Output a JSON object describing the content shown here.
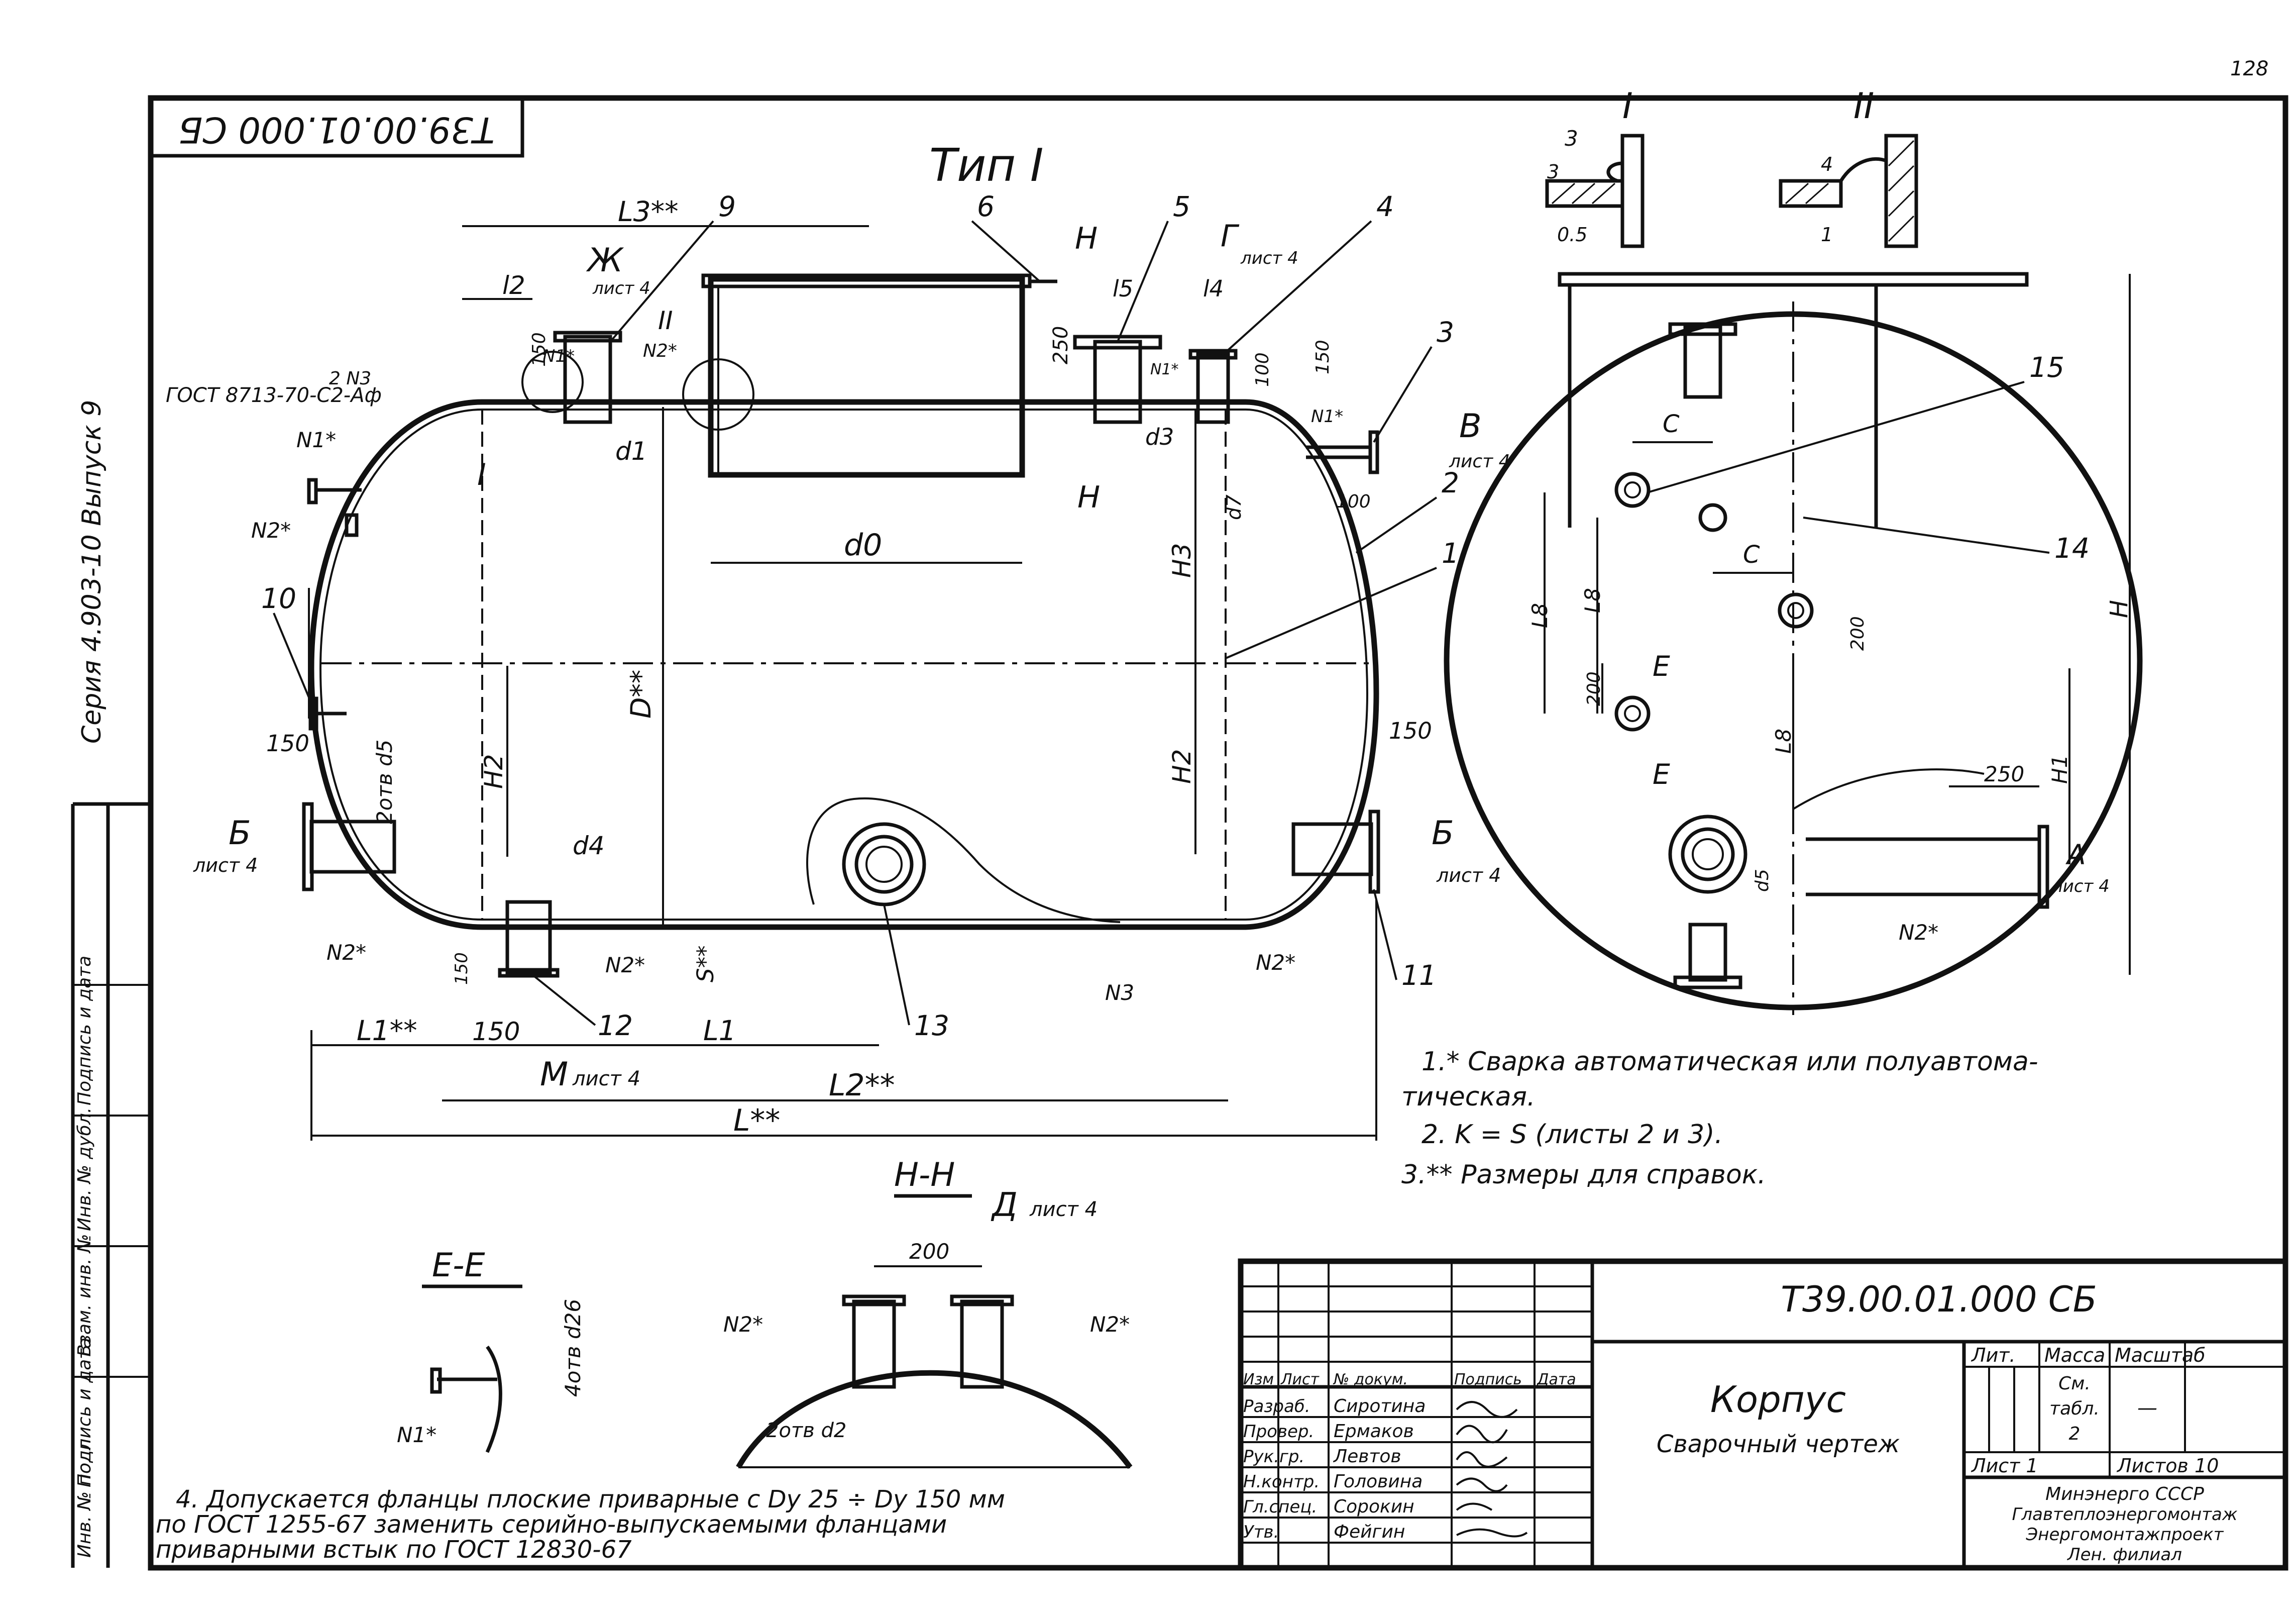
{
  "page_number": "128",
  "series_vertical": "Серия 4.903-10 Выпуск 9",
  "code_inverted": "Т39.00.01.000 СБ",
  "view_title": "Тип I",
  "gost_label": "ГОСТ 8713-70-С2-Аф",
  "weld_marks": {
    "n1": "N1*",
    "n2": "N2*",
    "n3": "N3",
    "n1_alt": "N1*",
    "n2_alt": "N2*",
    "n3_top": "2 N3"
  },
  "views": {
    "B": "Б",
    "V": "В",
    "G": "Г",
    "Zh": "Ж",
    "N": "Н",
    "M": "М",
    "A": "А",
    "E": "Е",
    "sheet4": "лист 4",
    "section_ee": "Е-Е",
    "section_nn": "Н-Н",
    "detail_1": "I",
    "detail_2": "II",
    "d_label": "Д"
  },
  "dims": {
    "L": "L**",
    "L1": "L1**",
    "L1b": "L1",
    "L2": "L2**",
    "L3": "L3**",
    "l2": "l2",
    "l4": "l4",
    "l5": "l5",
    "D": "D**",
    "H": "H",
    "H1": "H1",
    "H2": "H2",
    "H3": "H3",
    "d0": "d0",
    "d1": "d1",
    "d3": "d3",
    "d4": "d4",
    "d5": "d5",
    "d7": "d7",
    "S": "S**",
    "C": "C",
    "L8": "L8",
    "v150": "150",
    "v250": "250",
    "v200": "200",
    "v100": "100",
    "v3": "3",
    "v4": "4",
    "v05": "0.5",
    "v1": "1",
    "holes_d5": "2отв d5",
    "holes_d2": "2отв d2",
    "holes_d6": "4отв d26"
  },
  "callouts": [
    "1",
    "2",
    "3",
    "4",
    "5",
    "6",
    "9",
    "10",
    "11",
    "12",
    "13",
    "14",
    "15"
  ],
  "notes": [
    "1.* Сварка автоматическая или полуавтома-",
    "тическая.",
    "2.  K = S (листы 2 и 3).",
    "3.** Размеры для справок."
  ],
  "note4": [
    "4.  Допускается фланцы плоские приварные с Dy 25 ÷ Dy 150 мм",
    "по ГОСТ 1255-67 заменить серийно-выпускаемыми фланцами",
    "приварными  встык по ГОСТ 12830-67"
  ],
  "title_block": {
    "doc_code": "Т39.00.01.000 СБ",
    "name": "Корпус",
    "subtitle": "Сварочный чертеж",
    "lit_header": "Лит.",
    "mass_header": "Масса",
    "scale_header": "Масштаб",
    "mass_value_1": "См.",
    "mass_value_2": "табл.",
    "mass_value_3": "2",
    "scale_value": "—",
    "sheet": "Лист 1",
    "sheets": "Листов 10",
    "org": [
      "Минэнерго СССР",
      "Главтеплоэнергомонтаж",
      "Энергомонтажпроект",
      "Лен. филиал"
    ],
    "col_headers": [
      "Изм",
      "Лист",
      "№ докум.",
      "Подпись",
      "Дата"
    ],
    "rows": [
      {
        "role": "Разраб.",
        "name": "Сиротина"
      },
      {
        "role": "Провер.",
        "name": "Ермаков"
      },
      {
        "role": "Рук.гр.",
        "name": "Левтов"
      },
      {
        "role": "Н.контр.",
        "name": "Головина"
      },
      {
        "role": "Гл.спец.",
        "name": "Сорокин"
      },
      {
        "role": "Утв.",
        "name": "Фейгин"
      }
    ]
  },
  "side_stamp": [
    "Инв. № подл.",
    "Подпись и дата",
    "Взам. инв. №",
    "Инв. № дубл.",
    "Подпись и дата"
  ]
}
